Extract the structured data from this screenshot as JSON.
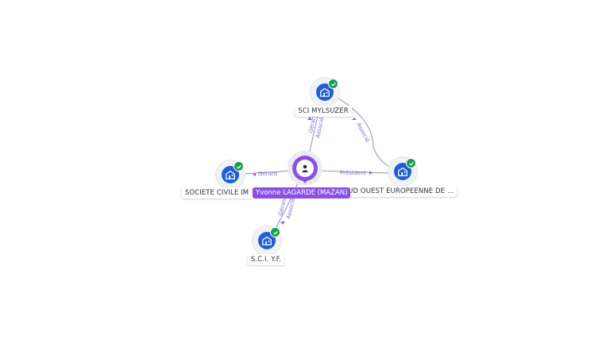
{
  "graph": {
    "center": {
      "name": "Yvonne LAGARDE (MAZAN)",
      "icon": "person-icon"
    },
    "companies": [
      {
        "name": "SCI MYLSUZER",
        "icon": "building-icon",
        "status": "check-icon"
      },
      {
        "name": "SOCIETE CIVILE IM",
        "icon": "building-icon",
        "status": "check-icon"
      },
      {
        "name": "SUD OUEST EUROPEENNE DE ...",
        "icon": "building-icon",
        "status": "check-icon"
      },
      {
        "name": "S.C.I. Y.F.",
        "icon": "building-icon",
        "status": "check-icon"
      }
    ],
    "edges": [
      {
        "label1": "Gérant",
        "label2": "Associé"
      },
      {
        "label1": "Gérant",
        "label2": ""
      },
      {
        "label1": "Président",
        "label2": ""
      },
      {
        "label1": "Gérant",
        "label2": "Associé"
      },
      {
        "label1": "Associé",
        "label2": ""
      }
    ]
  },
  "colors": {
    "person": "#8b4fe8",
    "company": "#1f5fd6",
    "verified": "#1a9c4f",
    "edge": "#8a93b5",
    "edge_label": "#7a6fd8"
  }
}
